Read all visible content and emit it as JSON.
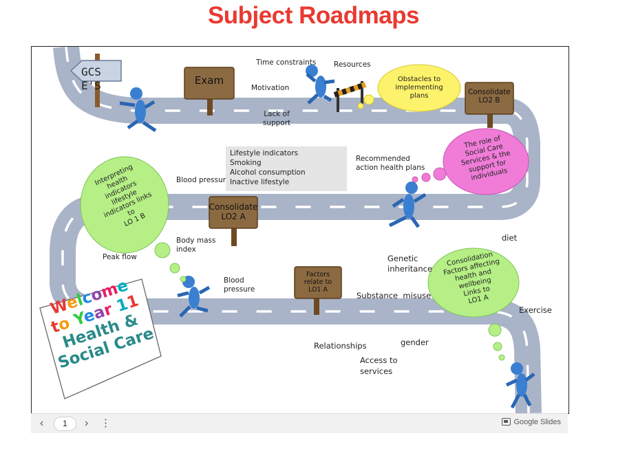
{
  "page_title": "Subject Roadmaps",
  "gcse_sign": {
    "line1": "GCS",
    "line2": "E'S"
  },
  "signs": {
    "exam": "Exam",
    "consolidate_lo2b": [
      "Consolidate",
      "LO2 B"
    ],
    "consolidate_lo2a": [
      "Consolidate",
      "LO2 A"
    ],
    "factors_lo1a": [
      "Factors",
      "relate to",
      "LO1 A"
    ]
  },
  "labels": {
    "time_constraints": "Time constraints",
    "resources": "Resources",
    "motivation": "Motivation",
    "lack_of_support": [
      "Lack of",
      "support"
    ],
    "blood_pressure_1": "Blood pressure",
    "recommended_action": [
      "Recommended",
      "action health plans"
    ],
    "body_mass_index": [
      "Body mass",
      "index"
    ],
    "peak_flow": "Peak flow",
    "blood_pressure_2": [
      "Blood",
      "pressure"
    ],
    "genetic_inheritance": [
      "Genetic",
      "inheritance"
    ],
    "substance_misuse": "Substance  misuse",
    "diet": "diet",
    "exercise": "Exercise",
    "relationships": "Relationships",
    "gender": "gender",
    "access_to_services": [
      "Access to",
      "services"
    ]
  },
  "lifestyle_box": [
    "Lifestyle indicators",
    "Smoking",
    "Alcohol consumption",
    "Inactive lifestyle"
  ],
  "bubbles": {
    "obstacles": [
      "Obstacles to",
      "implementing",
      "plans"
    ],
    "social_care": [
      "The role of",
      "Social Care",
      "Services & the",
      "support for",
      "individuals"
    ],
    "interpreting": [
      "Interpreting",
      "health",
      "indicators",
      "lifestyle",
      "indicators links",
      "to",
      "LO 1 B"
    ],
    "consolidation": [
      "Consolidation",
      "Factors affecting",
      "health and",
      "wellbeing",
      "Links to",
      "LO1 A"
    ]
  },
  "welcome": [
    "Welcome",
    "to Year 11",
    "Health &",
    "Social Care"
  ],
  "welcome_colors": [
    "#e53935",
    "#f39c12",
    "#2ecc40",
    "#1e88e5",
    "#8e44ad",
    "#e91e63",
    "#00acc1"
  ],
  "toolbar": {
    "prev": "‹",
    "page": "1",
    "next": "›",
    "more": "⋮",
    "brand": "Google Slides"
  },
  "icons": {
    "prev": "chevron-left-icon",
    "next": "chevron-right-icon",
    "more": "more-vert-icon",
    "brand": "slides-icon"
  }
}
